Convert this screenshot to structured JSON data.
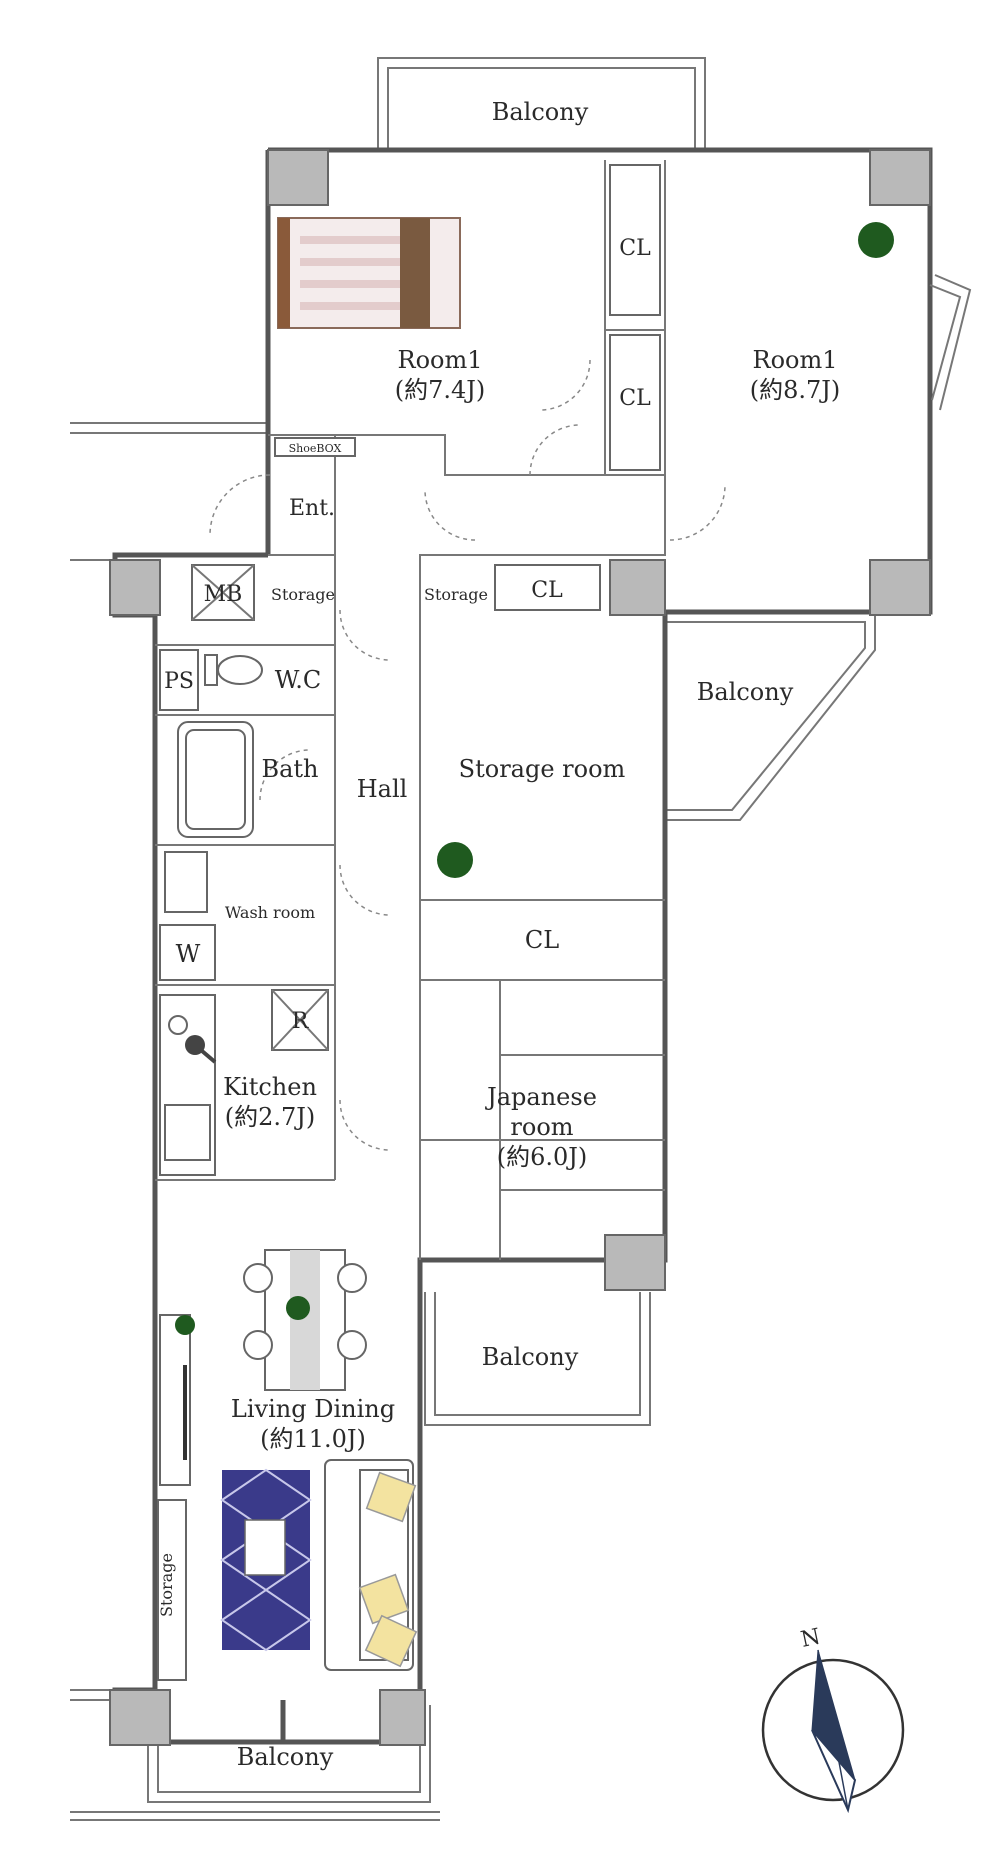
{
  "rooms": {
    "balcony_top": "Balcony",
    "room1_left": "Room1",
    "room1_left_size": "(約7.4J)",
    "room1_right": "Room1",
    "room1_right_size": "(約8.7J)",
    "cl_1": "CL",
    "cl_2": "CL",
    "cl_3": "CL",
    "cl_4": "CL",
    "shoe_box": "ShoeBOX",
    "entrance": "Ent.",
    "mb": "MB",
    "storage_1": "Storage",
    "storage_2": "Storage",
    "storage_3": "Storage",
    "ps": "PS",
    "wc": "W.C",
    "bath": "Bath",
    "hall": "Hall",
    "wash_room": "Wash room",
    "w": "W",
    "r": "R",
    "storage_room": "Storage room",
    "balcony_right": "Balcony",
    "kitchen": "Kitchen",
    "kitchen_size": "(約2.7J)",
    "japanese_room_1": "Japanese",
    "japanese_room_2": "room",
    "japanese_room_size": "(約6.0J)",
    "balcony_middle": "Balcony",
    "living_dining": "Living Dining",
    "living_dining_size": "(約11.0J)",
    "balcony_bottom": "Balcony"
  },
  "compass": {
    "north": "N"
  },
  "colors": {
    "wall": "#555555",
    "pillar": "#b9b9b9",
    "rug": "#3a3a8a",
    "plant": "#1f5a1f",
    "cushion": "#f3e3a0"
  }
}
